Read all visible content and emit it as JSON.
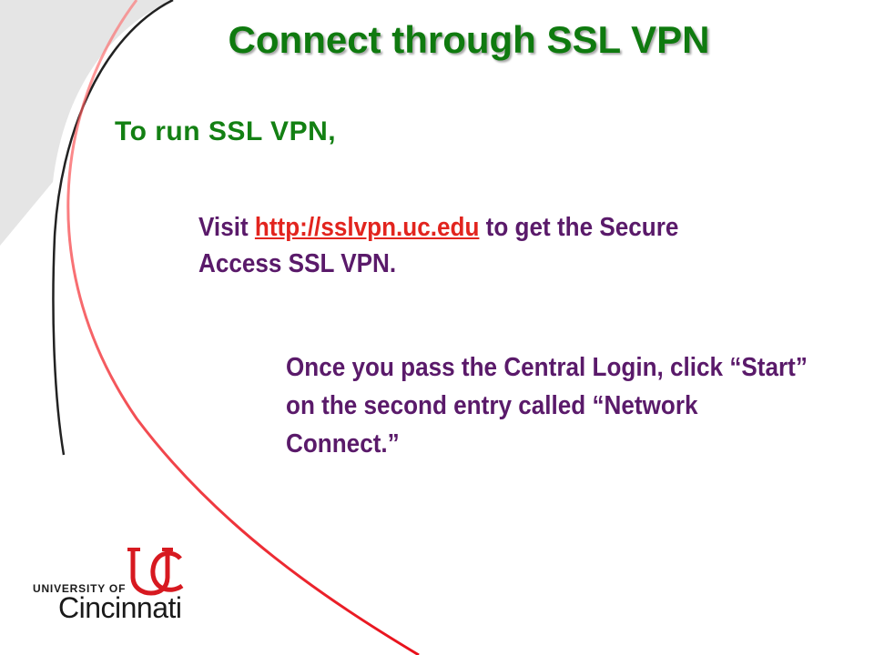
{
  "slide": {
    "title": "Connect through SSL VPN",
    "lead": "To run SSL VPN,",
    "step1": {
      "before": "Visit ",
      "link": "http://sslvpn.uc.edu",
      "after": " to get the Secure Access SSL VPN."
    },
    "step2": "Once you pass the Central Login, click “Start” on the second entry called “Network Connect.”"
  },
  "logo": {
    "small": "UNIVERSITY OF",
    "big": "Cincinnati"
  },
  "colors": {
    "title": "#0f7a0f",
    "body": "#5a1a6a",
    "link": "#e2241e",
    "swoosh_red": "#e8101a"
  }
}
